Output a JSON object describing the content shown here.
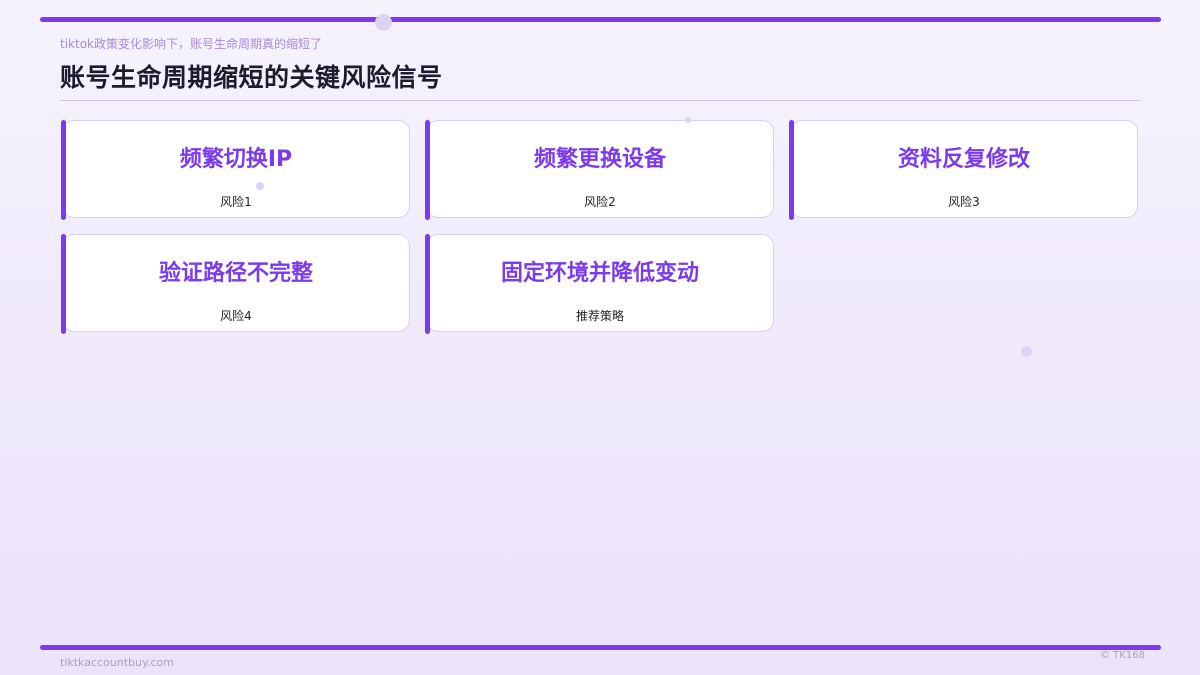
{
  "header": {
    "subtitle": "tiktok政策变化影响下，账号生命周期真的缩短了",
    "title": "账号生命周期缩短的关键风险信号"
  },
  "cards": [
    {
      "title": "频繁切换IP",
      "label": "风险1"
    },
    {
      "title": "频繁更换设备",
      "label": "风险2"
    },
    {
      "title": "资料反复修改",
      "label": "风险3"
    },
    {
      "title": "验证路径不完整",
      "label": "风险4"
    },
    {
      "title": "固定环境并降低变动",
      "label": "推荐策略"
    }
  ],
  "footer": {
    "site": "tiktkaccountbuy.com",
    "copyright": "© TK168"
  },
  "colors": {
    "accent": "#7c3aed",
    "title_text": "#1f1b2e",
    "subtitle_text": "#a78bdb",
    "card_border": "#dccff6"
  }
}
